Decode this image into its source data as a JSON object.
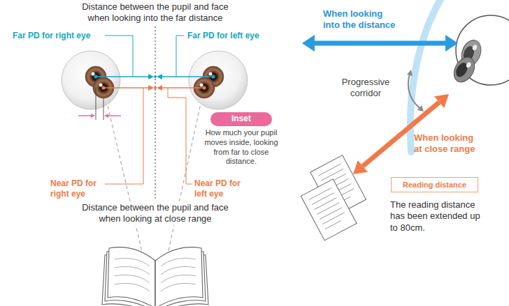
{
  "diagram": {
    "nodes": [
      {
        "text": [
          "Inset"
        ]
      },
      {
        "text": [
          "Reading distance"
        ]
      }
    ],
    "labels": [
      "Distance between the pupil and face when looking into the far distance",
      "Far PD for right eye",
      "Far PD for left eye",
      "How much your pupil moves inside, looking from far to close distance.",
      "Near PD for right eye",
      "Near PD for left eye",
      "Distance between the pupil and face when looking at close range",
      "When looking into the distance",
      "Progressive corridor",
      "When looking at close range",
      "The reading distance has been extended up to 80cm."
    ]
  }
}
